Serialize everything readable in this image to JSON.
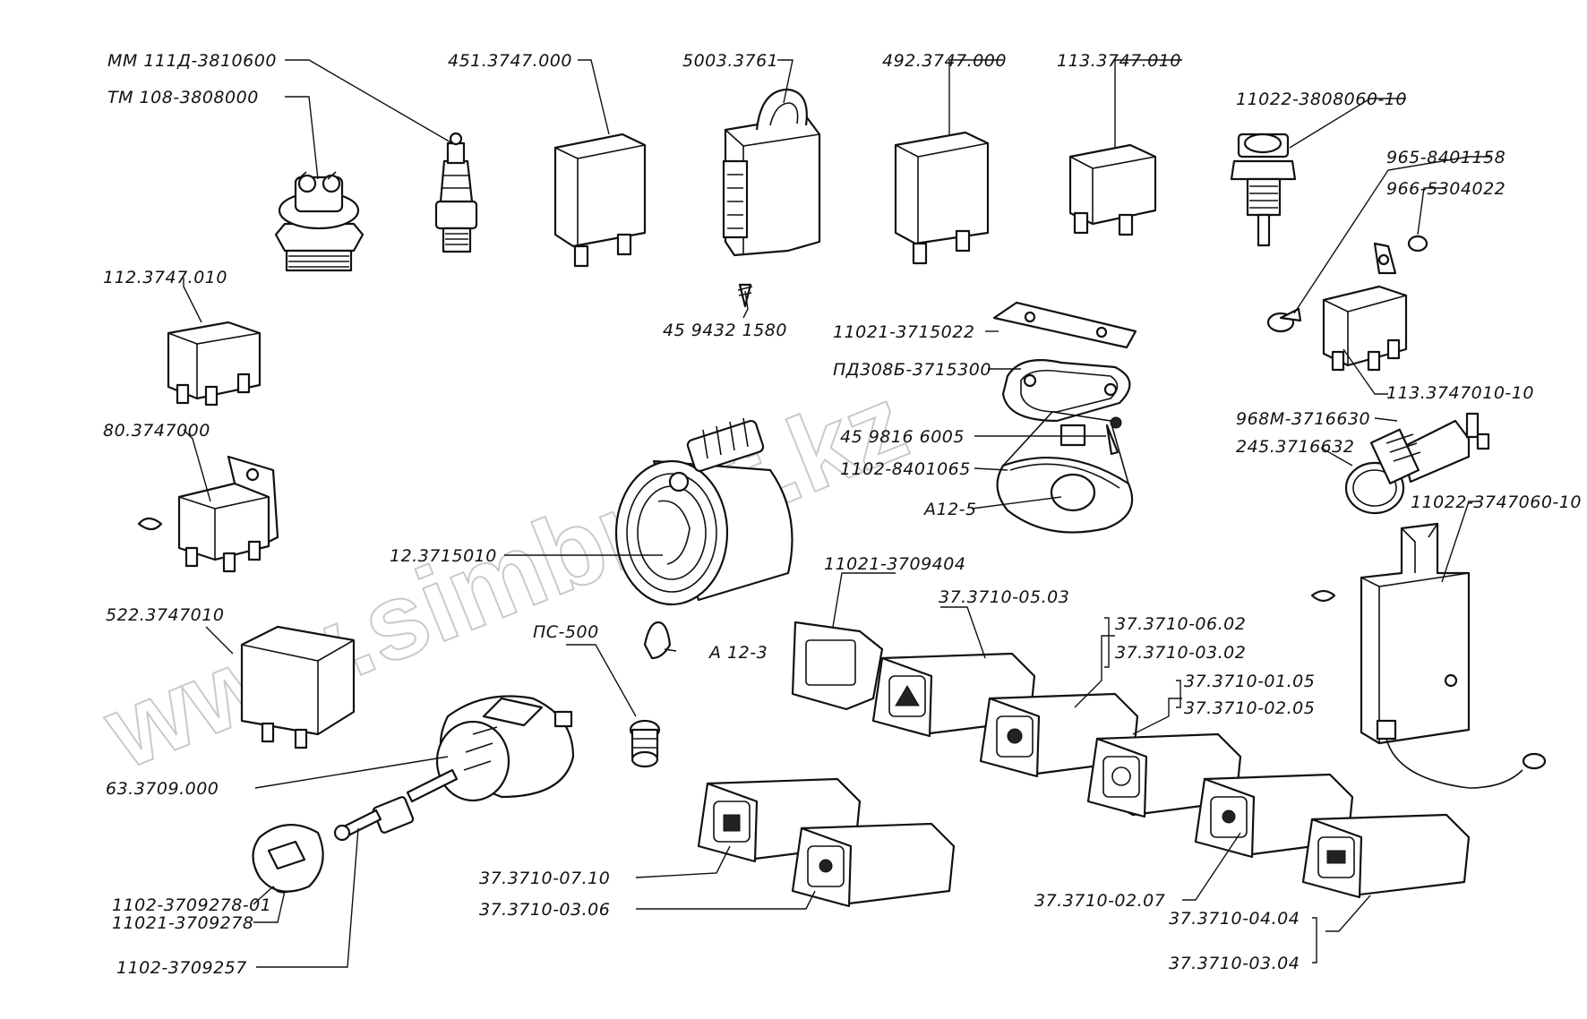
{
  "watermark": "www.simbrott.kz",
  "labels": {
    "mm111d": "ММ 111Д-3810600",
    "tm108": "ТМ 108-3808000",
    "r451": "451.3747.000",
    "r5003": "5003.3761",
    "r492": "492.3747.000",
    "r113": "113.3747.010",
    "s11022_3808060": "11022-3808060-10",
    "b965": "965-8401158",
    "n966": "966-5304022",
    "r112": "112.3747.010",
    "screw45_1580": "45 9432 1580",
    "p11021_3715022": "11021-3715022",
    "pd308b": "ПД308Б-3715300",
    "r113_10": "113.3747010-10",
    "r80": "80.3747000",
    "screw45_6005": "45 9816 6005",
    "c1102_8401065": "1102-8401065",
    "lampA12_5_top": "А12-5",
    "s968m": "968М-3716630",
    "w245": "245.3716632",
    "r11022_3747060": "11022-3747060-10",
    "g12": "12.3715010",
    "sw11021_3709404": "11021-3709404",
    "sw05_03": "37.3710-05.03",
    "sw06_02": "37.3710-06.02",
    "sw03_02": "37.3710-03.02",
    "r522": "522.3747010",
    "ps500": "ПС-500",
    "lampA12_3": "А 12-3",
    "sw01_05": "37.3710-01.05",
    "sw02_05": "37.3710-02.05",
    "ign63": "63.3709.000",
    "sw07_10": "37.3710-07.10",
    "sw03_06": "37.3710-03.06",
    "sw02_07": "37.3710-02.07",
    "k1102_01": "1102-3709278-01",
    "k11021": "11021-3709278",
    "sw04_04": "37.3710-04.04",
    "sw03_04": "37.3710-03.04",
    "shaft1102": "1102-3709257"
  }
}
